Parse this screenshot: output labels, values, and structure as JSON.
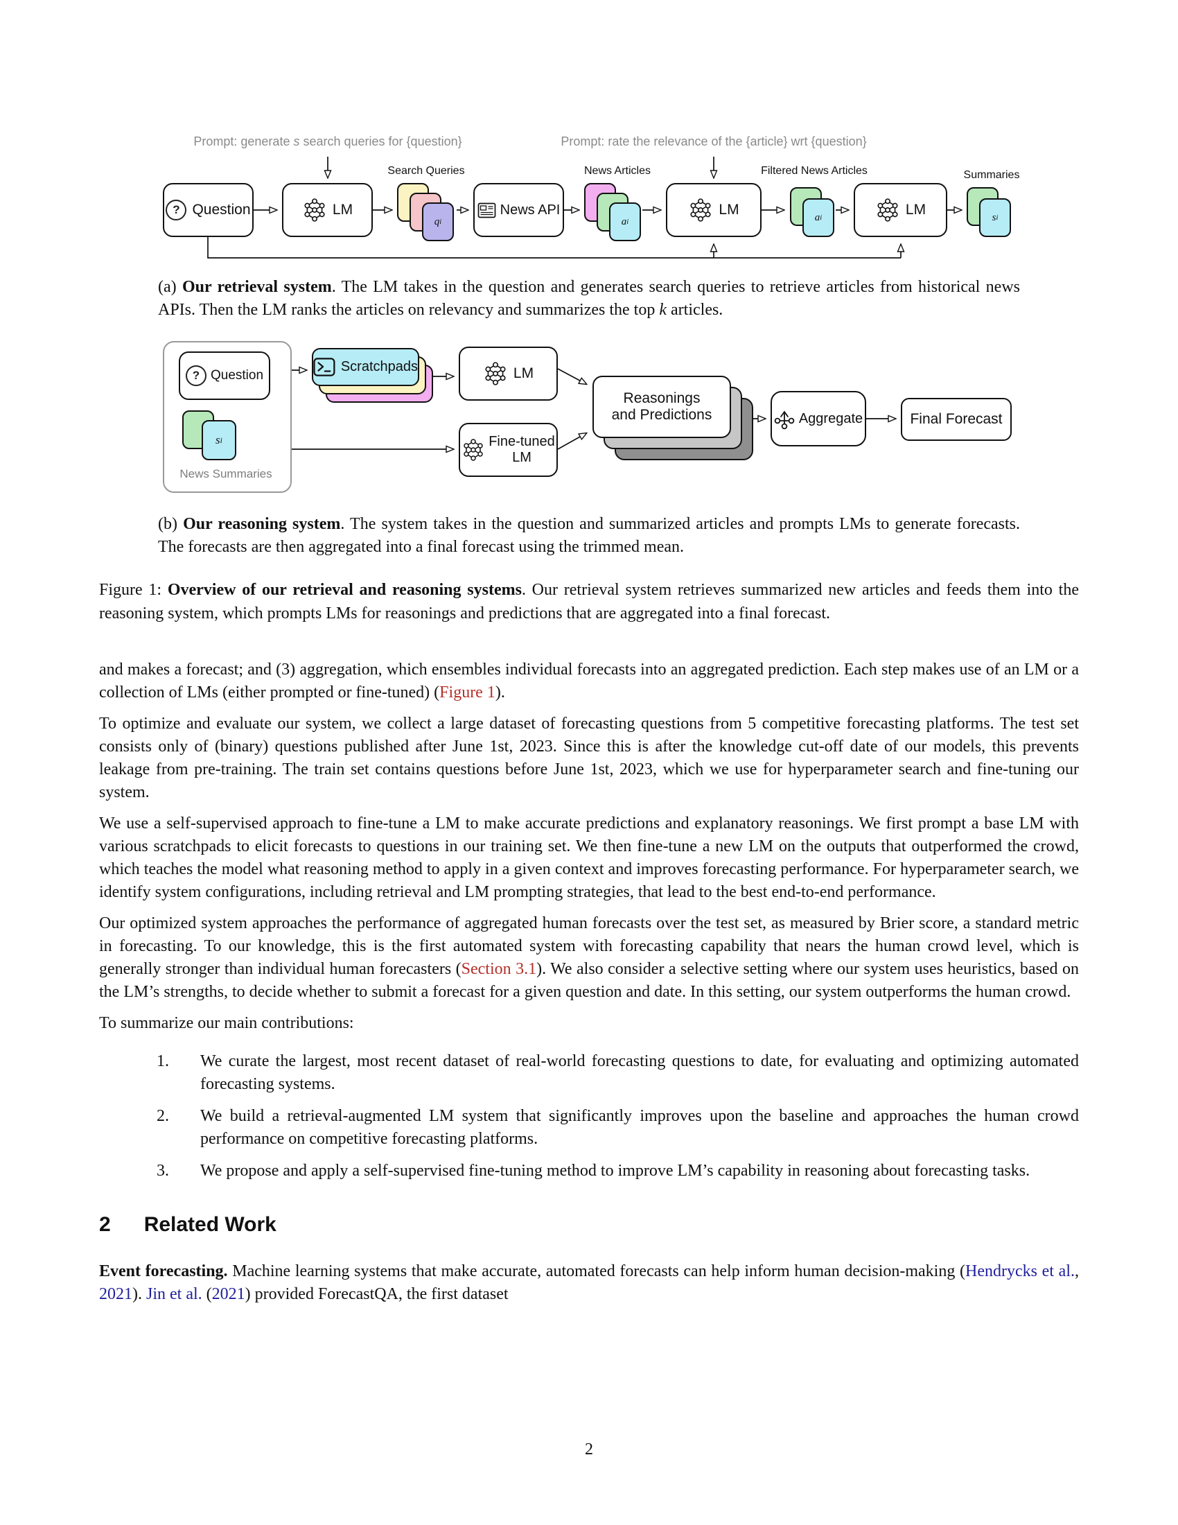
{
  "colors": {
    "link_red": "#b5302a",
    "citation_blue": "#21209c",
    "card_yellow": "#fbf3c1",
    "card_pink": "#f6c5ca",
    "card_purple": "#b9b4ec",
    "card_magenta": "#f2aeee",
    "card_green": "#b6e8b9",
    "card_cyan": "#b6ecf5",
    "stack_gray_light": "#c6c6c6",
    "stack_gray_dark": "#8f8f8f",
    "prompt_gray": "#8a8a8a"
  },
  "figure": {
    "prompt1": [
      {
        "t": "Prompt: generate ",
        "s": "n"
      },
      {
        "t": "s",
        "s": "i"
      },
      {
        "t": " search queries for {question}",
        "s": "n"
      }
    ],
    "prompt2": [
      {
        "t": "Prompt: rate the relevance of the {article} wrt {question}",
        "s": "n"
      }
    ],
    "boxes": {
      "question": "Question",
      "lm": "LM",
      "news_api": "News API",
      "scratchpads": "Scratchpads",
      "fine_tuned_lm_line1": "Fine-tuned",
      "fine_tuned_lm_line2": "LM",
      "reasonings_line1": "Reasonings",
      "reasonings_line2": "and Predictions",
      "aggregate": "Aggregate",
      "final_forecast": "Final Forecast"
    },
    "icons": {
      "question": "question-circle-icon",
      "lm": "neural-network-icon",
      "news_api": "newspaper-icon",
      "scratchpads": "terminal-icon",
      "aggregate": "merge-icon"
    },
    "stack_labels": {
      "search_queries": "Search Queries",
      "news_articles": "News Articles",
      "filtered_news_articles": "Filtered News Articles",
      "summaries": "Summaries",
      "news_summaries": "News Summaries"
    },
    "cards": {
      "q": [
        {
          "t": "q",
          "s": "ci"
        },
        {
          "t": "i",
          "s": "csub"
        }
      ],
      "a": [
        {
          "t": "a",
          "s": "ci"
        },
        {
          "t": "i",
          "s": "csub"
        }
      ],
      "s": [
        {
          "t": "s",
          "s": "ci"
        },
        {
          "t": "i",
          "s": "csub"
        }
      ]
    }
  },
  "captions": {
    "a": [
      {
        "t": "(a) ",
        "s": "n"
      },
      {
        "t": "Our retrieval system",
        "s": "b"
      },
      {
        "t": ". The LM takes in the question and generates search queries to retrieve articles from historical news APIs. Then the LM ranks the articles on relevancy and summarizes the top ",
        "s": "n"
      },
      {
        "t": "k",
        "s": "i"
      },
      {
        "t": " articles.",
        "s": "n"
      }
    ],
    "b": [
      {
        "t": "(b) ",
        "s": "n"
      },
      {
        "t": "Our reasoning system",
        "s": "b"
      },
      {
        "t": ". The system takes in the question and summarized articles and prompts LMs to generate forecasts. The forecasts are then aggregated into a final forecast using the trimmed mean.",
        "s": "n"
      }
    ],
    "fig1": [
      {
        "t": "Figure 1: ",
        "s": "n"
      },
      {
        "t": "Overview of our retrieval and reasoning systems",
        "s": "b"
      },
      {
        "t": ". Our retrieval system retrieves summarized new articles and feeds them into the reasoning system, which prompts LMs for reasonings and predictions that are aggregated into a final forecast.",
        "s": "n"
      }
    ]
  },
  "body": {
    "p1": [
      {
        "t": "and makes a forecast; and (3) aggregation, which ensembles individual forecasts into an aggregated prediction. Each step makes use of an LM or a collection of LMs (either prompted or fine-tuned) (",
        "s": "n"
      },
      {
        "t": "Figure 1",
        "s": "r"
      },
      {
        "t": ").",
        "s": "n"
      }
    ],
    "p2": [
      {
        "t": "To optimize and evaluate our system, we collect a large dataset of forecasting questions from 5 competitive forecasting platforms. The test set consists only of (binary) questions published after June 1st, 2023. Since this is after the knowledge cut-off date of our models, this prevents leakage from pre-training. The train set contains questions before June 1st, 2023, which we use for hyperparameter search and fine-tuning our system.",
        "s": "n"
      }
    ],
    "p3": [
      {
        "t": "We use a self-supervised approach to fine-tune a LM to make accurate predictions and explanatory reasonings. We first prompt a base LM with various scratchpads to elicit forecasts to questions in our training set. We then fine-tune a new LM on the outputs that outperformed the crowd, which teaches the model what reasoning method to apply in a given context and improves forecasting performance. For hyperparameter search, we identify system configurations, including retrieval and LM prompting strategies, that lead to the best end-to-end performance.",
        "s": "n"
      }
    ],
    "p4": [
      {
        "t": "Our optimized system approaches the performance of aggregated human forecasts over the test set, as measured by Brier score, a standard metric in forecasting. To our knowledge, this is the first automated system with forecasting capability that nears the human crowd level, which is generally stronger than individual human forecasters (",
        "s": "n"
      },
      {
        "t": "Section 3.1",
        "s": "r"
      },
      {
        "t": ").  We also consider a selective setting where our system uses heuristics, based on the LM’s strengths, to decide whether to submit a forecast for a given question and date. In this setting, our system outperforms the human crowd.",
        "s": "n"
      }
    ],
    "p5": [
      {
        "t": "To summarize our main contributions:",
        "s": "n"
      }
    ],
    "list": [
      {
        "num": "1.",
        "segments": [
          {
            "t": "We curate the largest, most recent dataset of real-world forecasting questions to date, for evaluating and optimizing automated forecasting systems.",
            "s": "n"
          }
        ]
      },
      {
        "num": "2.",
        "segments": [
          {
            "t": "We build a retrieval-augmented LM system that significantly improves upon the baseline and approaches the human crowd performance on competitive forecasting platforms.",
            "s": "n"
          }
        ]
      },
      {
        "num": "3.",
        "segments": [
          {
            "t": "We propose and apply a self-supervised fine-tuning method to improve LM’s capability in reasoning about forecasting tasks.",
            "s": "n"
          }
        ]
      }
    ],
    "section": {
      "number": "2",
      "title": "Related Work"
    },
    "p6": [
      {
        "t": "Event forecasting.",
        "s": "b"
      },
      {
        "t": " Machine learning systems that make accurate, automated forecasts can help inform human decision-making (",
        "s": "n"
      },
      {
        "t": "Hendrycks et al.",
        "s": "u"
      },
      {
        "t": ", ",
        "s": "n"
      },
      {
        "t": "2021",
        "s": "u"
      },
      {
        "t": "). ",
        "s": "n"
      },
      {
        "t": "Jin et al.",
        "s": "u"
      },
      {
        "t": " (",
        "s": "n"
      },
      {
        "t": "2021",
        "s": "u"
      },
      {
        "t": ") provided ForecastQA, the first dataset",
        "s": "n"
      }
    ],
    "page_number": "2"
  }
}
